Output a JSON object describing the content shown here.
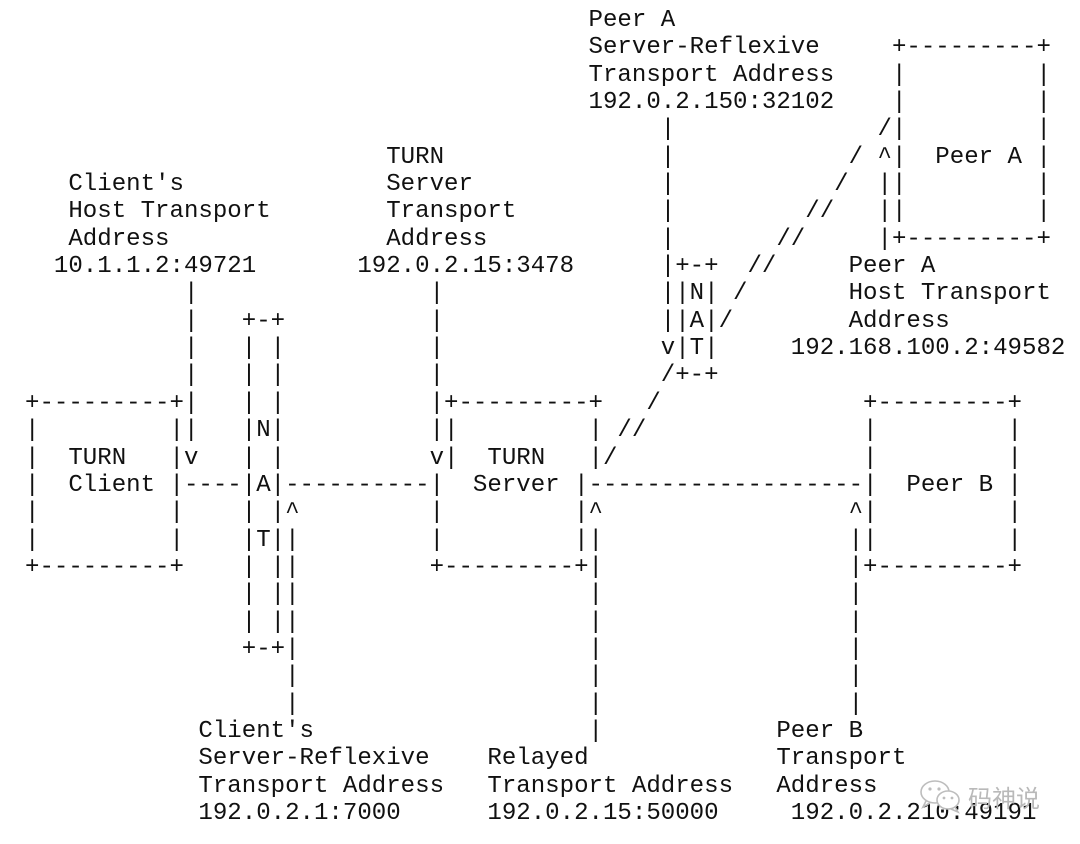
{
  "title": "TURN deployment topology",
  "diagram_lines": [
    "                                       Peer A",
    "                                       Server-Reflexive     +---------+",
    "                                       Transport Address    |         |",
    "                                       192.0.2.150:32102    |         |",
    "                                            |              /|         |",
    "                         TURN               |            / ^|  Peer A |",
    "   Client's              Server             |           /  ||         |",
    "   Host Transport        Transport          |         //   ||         |",
    "   Address               Address            |       //     |+---------+",
    "  10.1.1.2:49721       192.0.2.15:3478      |+-+  //     Peer A",
    "           |                |               ||N| /       Host Transport",
    "           |   +-+          |               ||A|/        Address",
    "           |   | |          |               v|T|     192.168.100.2:49582",
    "           |   | |          |               /+-+",
    "+---------+|   | |          |+---------+   /              +---------+",
    "|         ||   |N|          ||         | //               |         |",
    "|  TURN   |v   | |          v|  TURN   |/                 |         |",
    "|  Client |----|A|----------|  Server |-------------------|  Peer B |",
    "|         |    | |^         |         |^                 ^|         |",
    "|         |    |T||         |         ||                 ||         |",
    "+---------+    | ||         +---------+|                 |+---------+",
    "               | ||                    |                 |",
    "               | ||                    |                 |",
    "               +-+|                    |                 |",
    "                  |                    |                 |",
    "                  |                    |                 |",
    "            Client's                   |            Peer B",
    "            Server-Reflexive    Relayed             Transport",
    "            Transport Address   Transport Address   Address",
    "            192.0.2.1:7000      192.0.2.15:50000     192.0.2.210:49191"
  ],
  "labels": {
    "turn_client": "TURN Client",
    "turn_server": "TURN Server",
    "peer_a": "Peer A",
    "peer_b": "Peer B",
    "nat": "NAT"
  },
  "addresses": [
    {
      "name": "Client's Host Transport Address",
      "value": "10.1.1.2:49721"
    },
    {
      "name": "TURN Server Transport Address",
      "value": "192.0.2.15:3478"
    },
    {
      "name": "Peer A Server-Reflexive Transport Address",
      "value": "192.0.2.150:32102"
    },
    {
      "name": "Peer A Host Transport Address",
      "value": "192.168.100.2:49582"
    },
    {
      "name": "Client's Server-Reflexive Transport Address",
      "value": "192.0.2.1:7000"
    },
    {
      "name": "Relayed Transport Address",
      "value": "192.0.2.15:50000"
    },
    {
      "name": "Peer B Transport Address",
      "value": "192.0.2.210:49191"
    }
  ],
  "watermark": {
    "icon": "wechat-icon",
    "text": "码神说"
  }
}
